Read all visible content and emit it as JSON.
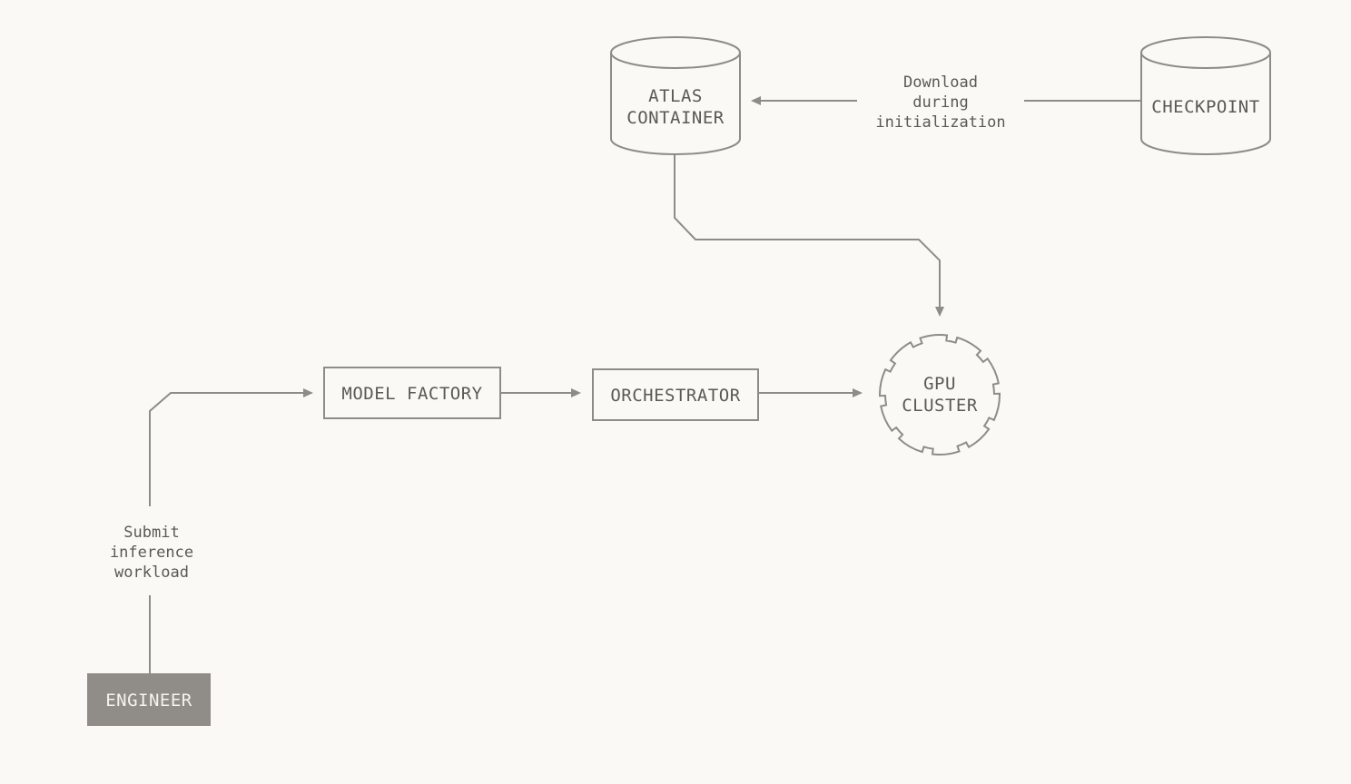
{
  "nodes": {
    "atlas_container": {
      "line1": "ATLAS",
      "line2": "CONTAINER"
    },
    "checkpoint": {
      "label": "CHECKPOINT"
    },
    "model_factory": {
      "label": "MODEL FACTORY"
    },
    "orchestrator": {
      "label": "ORCHESTRATOR"
    },
    "gpu_cluster": {
      "line1": "GPU",
      "line2": "CLUSTER"
    },
    "engineer": {
      "label": "ENGINEER"
    }
  },
  "edges": {
    "download": {
      "line1": "Download",
      "line2": "during",
      "line3": "initialization"
    },
    "submit": {
      "line1": "Submit",
      "line2": "inference",
      "line3": "workload"
    }
  },
  "colors": {
    "background": "#faf9f6",
    "stroke": "#8e8c88",
    "text": "#5b5955",
    "actor_fill": "#908d88",
    "actor_text": "#f4f3ef"
  }
}
